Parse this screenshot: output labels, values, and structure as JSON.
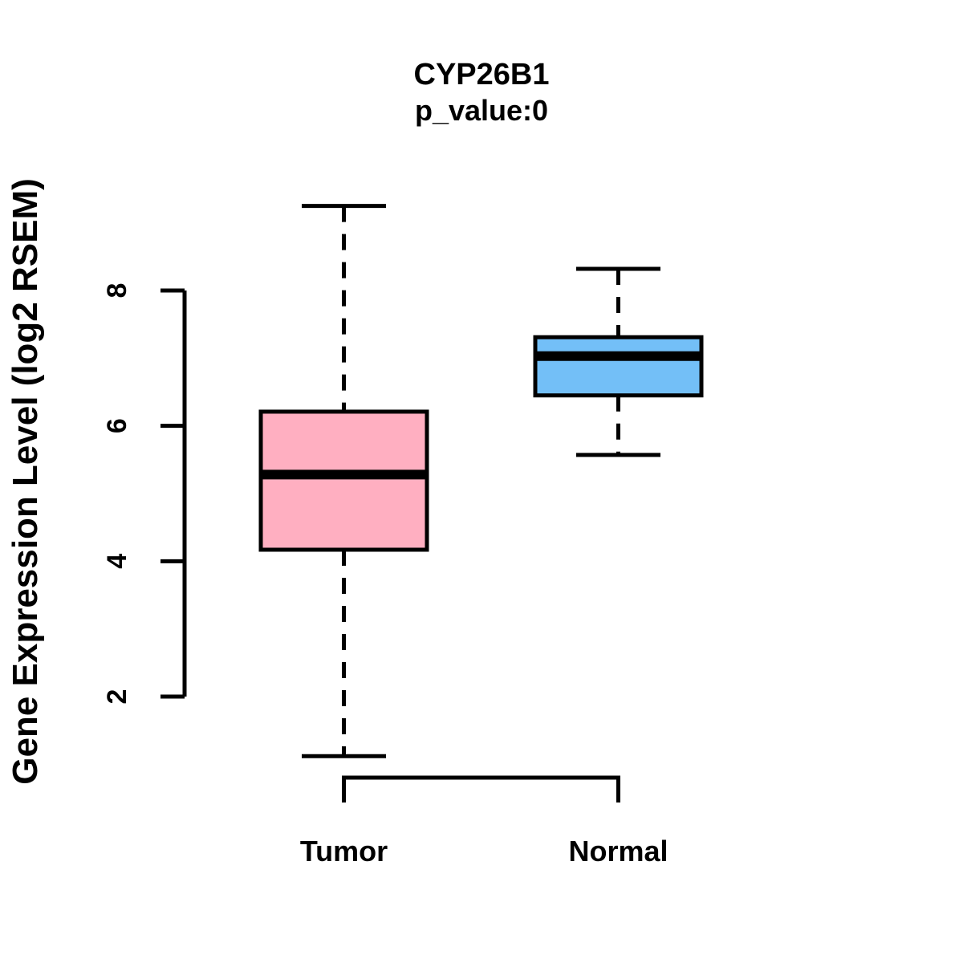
{
  "chart_data": {
    "type": "boxplot",
    "title": "CYP26B1",
    "subtitle": "p_value:0",
    "ylabel": "Gene Expression Level (log2 RSEM)",
    "xlabel": "",
    "categories": [
      "Tumor",
      "Normal"
    ],
    "series": [
      {
        "name": "Tumor",
        "fill_color": "#FFAFC1",
        "whisker_low": 1.12,
        "q1": 4.17,
        "median": 5.28,
        "q3": 6.21,
        "whisker_high": 9.25
      },
      {
        "name": "Normal",
        "fill_color": "#73BFF7",
        "whisker_low": 5.57,
        "q1": 6.45,
        "median": 7.03,
        "q3": 7.31,
        "whisker_high": 8.32
      }
    ],
    "y_ticks": [
      2,
      4,
      6,
      8
    ],
    "ylim": [
      1.0,
      9.5
    ],
    "grid": false,
    "legend_position": "none",
    "line_color": "#000000",
    "background_color": "#FFFFFF",
    "outliers": []
  }
}
